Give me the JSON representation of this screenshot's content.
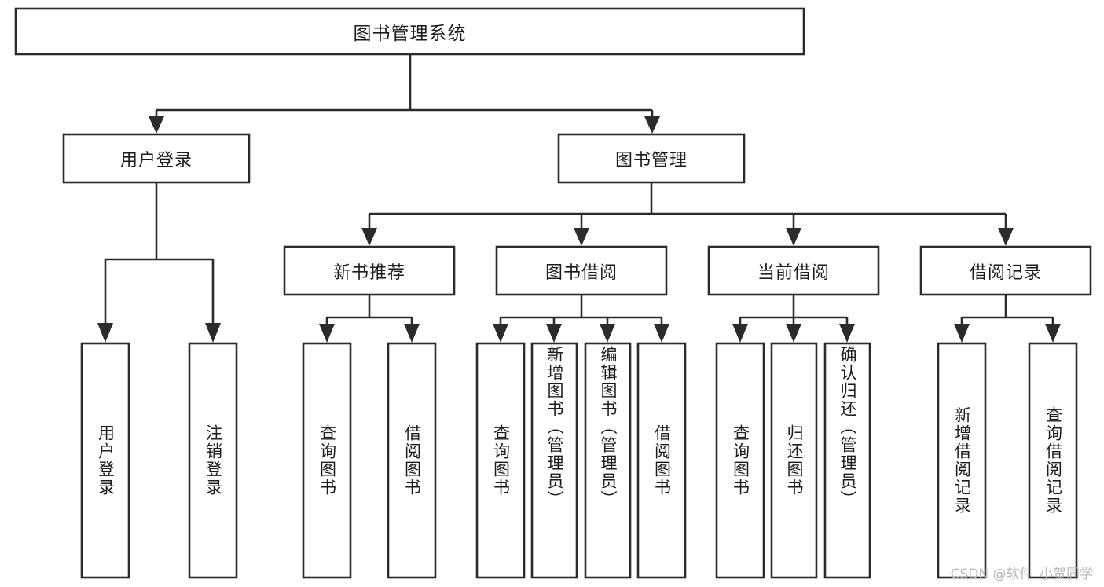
{
  "diagram": {
    "title": "图书管理系统",
    "type": "tree-hierarchy-chart",
    "orientation": "top-down",
    "colors": {
      "box_stroke": "#2b2b2b",
      "box_fill": "#ffffff",
      "connector": "#2b2b2b",
      "text": "#1c1c1c",
      "watermark": "#b9b9b9",
      "background": "#ffffff"
    }
  },
  "nodes": {
    "root": {
      "label": "图书管理系统"
    },
    "level2": [
      {
        "label": "用户登录"
      },
      {
        "label": "图书管理"
      }
    ],
    "level3": [
      {
        "label": "新书推荐"
      },
      {
        "label": "图书借阅"
      },
      {
        "label": "当前借阅"
      },
      {
        "label": "借阅记录"
      }
    ],
    "leaves_user_login": [
      {
        "label": "用户登录"
      },
      {
        "label": "注销登录"
      }
    ],
    "leaves_new_book": [
      {
        "label": "查询图书"
      },
      {
        "label": "借阅图书"
      }
    ],
    "leaves_book_borrow": [
      {
        "label": "查询图书"
      },
      {
        "label": "新增图书（管理员）"
      },
      {
        "label": "编辑图书（管理员）"
      },
      {
        "label": "借阅图书"
      }
    ],
    "leaves_current_borrow": [
      {
        "label": "查询图书"
      },
      {
        "label": "归还图书"
      },
      {
        "label": "确认归还（管理员）"
      }
    ],
    "leaves_borrow_record": [
      {
        "label": "新增借阅记录"
      },
      {
        "label": "查询借阅记录"
      }
    ]
  },
  "watermark": {
    "text": "CSDN @软件_小贺同学"
  }
}
